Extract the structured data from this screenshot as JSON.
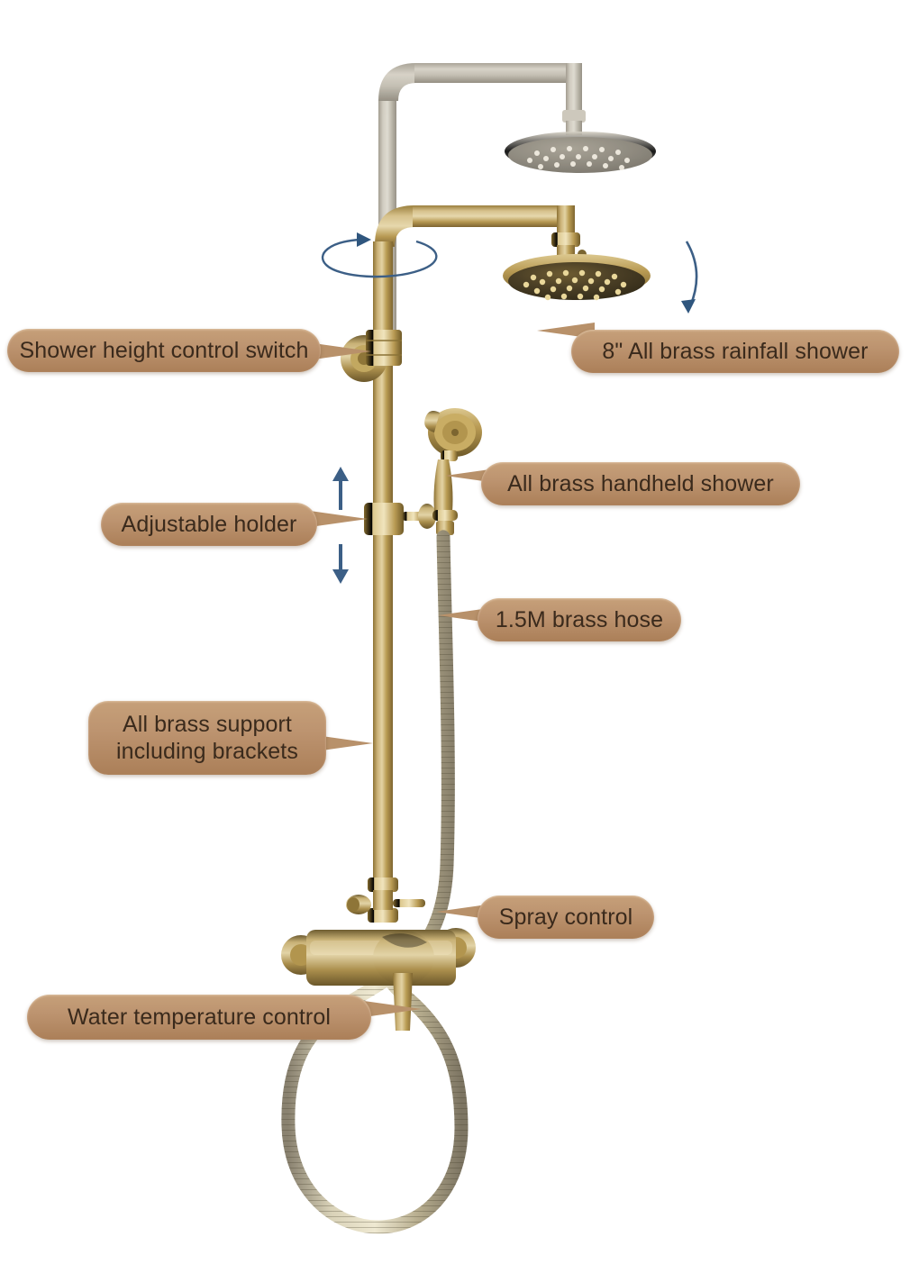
{
  "diagram": {
    "title": "Antique brass rainfall shower system",
    "subject": "wall-mounted exposed shower column with rainfall head, handheld shower and mixer valve",
    "background_color": "#ffffff",
    "callout_fill_top": "#c6a079",
    "callout_fill_bottom": "#ab7f58",
    "callout_text_color": "#3a2a1c",
    "arrow_color": "#3c5f86",
    "brass_color": "#b89a53",
    "ghost_color": "#b9b3a4"
  },
  "callouts": [
    {
      "id": "shower-height-control-switch",
      "label": "Shower height control switch",
      "side": "left",
      "lines": 1
    },
    {
      "id": "rainfall-shower",
      "label": "8\" All brass rainfall shower",
      "side": "right",
      "lines": 1
    },
    {
      "id": "handheld-shower",
      "label": "All brass handheld shower",
      "side": "right",
      "lines": 1
    },
    {
      "id": "adjustable-holder",
      "label": "Adjustable holder",
      "side": "left",
      "lines": 1
    },
    {
      "id": "brass-hose",
      "label": "1.5M brass hose",
      "side": "right",
      "lines": 1
    },
    {
      "id": "brass-support",
      "label": "All brass support\nincluding brackets",
      "side": "left",
      "lines": 2
    },
    {
      "id": "spray-control",
      "label": "Spray control",
      "side": "right",
      "lines": 1
    },
    {
      "id": "water-temperature-control",
      "label": "Water temperature control",
      "side": "left",
      "lines": 1
    }
  ],
  "motion_indicators": [
    {
      "id": "rotation-ellipse",
      "kind": "rotate",
      "description": "blue circular arrow around riser showing swivel"
    },
    {
      "id": "tilt-arc",
      "kind": "tilt",
      "description": "blue arc arrow beside rainfall head showing tilt"
    },
    {
      "id": "slide-up-arrow",
      "kind": "up",
      "description": "blue up arrow for holder height"
    },
    {
      "id": "slide-down-arrow",
      "kind": "down",
      "description": "blue down arrow for holder height"
    }
  ],
  "product_parts": [
    {
      "id": "ghost-riser",
      "name": "raised-position-ghost-arm"
    },
    {
      "id": "ghost-head",
      "name": "raised-position-ghost-rainfall-head"
    },
    {
      "id": "rainfall-head",
      "name": "rainfall-shower-head"
    },
    {
      "id": "shower-arm",
      "name": "shower-arm"
    },
    {
      "id": "riser-pipe",
      "name": "riser-pipe"
    },
    {
      "id": "height-collar",
      "name": "height-control-collar"
    },
    {
      "id": "wall-flange",
      "name": "wall-mount-flange"
    },
    {
      "id": "holder-collar",
      "name": "adjustable-holder-collar"
    },
    {
      "id": "handheld",
      "name": "handheld-shower"
    },
    {
      "id": "hose",
      "name": "flexible-brass-hose"
    },
    {
      "id": "diverter",
      "name": "spray-diverter-knob"
    },
    {
      "id": "mixer-body",
      "name": "mixer-valve-body"
    },
    {
      "id": "mixer-lever",
      "name": "temperature-lever-handle"
    }
  ]
}
